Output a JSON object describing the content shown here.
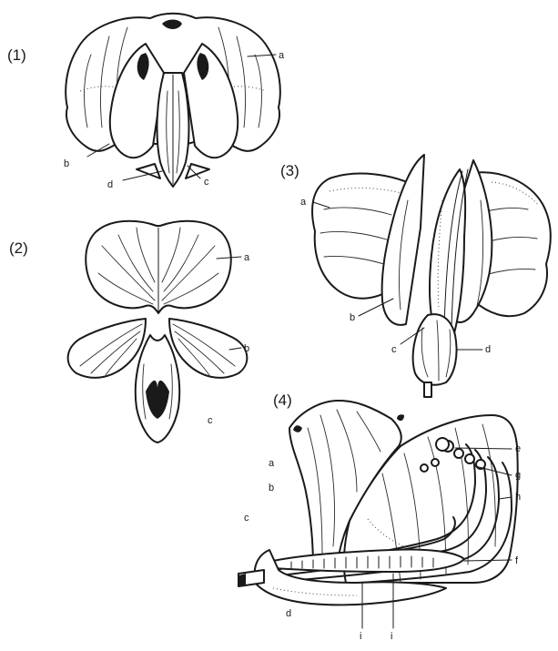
{
  "figure": {
    "panels": [
      {
        "id": "1",
        "number_label": "(1)",
        "parts": [
          "a",
          "b",
          "c",
          "d"
        ]
      },
      {
        "id": "2",
        "number_label": "(2)",
        "parts": [
          "a",
          "b",
          "c"
        ]
      },
      {
        "id": "3",
        "number_label": "(3)",
        "parts": [
          "a",
          "b",
          "c",
          "d"
        ]
      },
      {
        "id": "4",
        "number_label": "(4)",
        "parts": [
          "a",
          "b",
          "c",
          "d",
          "e",
          "f",
          "g",
          "h",
          "i",
          "i"
        ]
      }
    ]
  },
  "colors": {
    "ink": "#1a1a1a",
    "paper": "#ffffff"
  }
}
